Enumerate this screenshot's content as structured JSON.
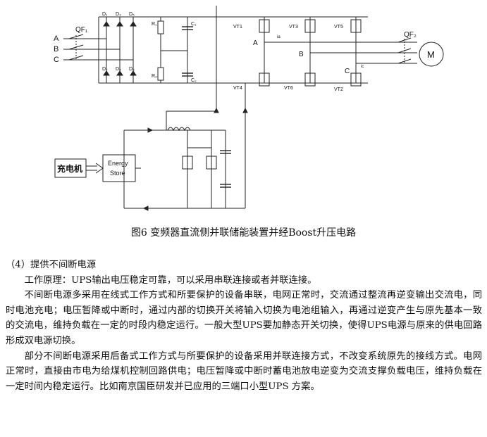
{
  "figure": {
    "phase_labels": [
      "A",
      "B",
      "C"
    ],
    "breaker_in": "QF₁",
    "breaker_out": "QF₂",
    "motor": "M",
    "diodes_top": [
      "D₁",
      "D₃",
      "D₅"
    ],
    "diodes_bottom": [
      "D₂",
      "D₄",
      "D₆"
    ],
    "resistors": [
      "R₁",
      "R₂"
    ],
    "capacitors": [
      "C₁",
      "C₂"
    ],
    "transistors": [
      "VT1",
      "VT3",
      "VT5",
      "VT4",
      "VT6",
      "VT2"
    ],
    "inverter_nodes": [
      "A",
      "B",
      "C"
    ],
    "currents": [
      "ia",
      "ic"
    ],
    "charger": "充电机",
    "energy_store": [
      "Energy",
      "Store"
    ]
  },
  "caption": "图6 变频器直流侧并联储能装置并经Boost升压电路",
  "section_heading": "（4）提供不间断电源",
  "paragraphs": [
    "工作原理：UPS输出电压稳定可靠，可以采用串联连接或者并联连接。",
    "不间断电源多采用在线式工作方式和所要保护的设备串联，电网正常时，交流通过整流再逆变输出交流电，同时电池充电；电压暂降或中断时，通过内部的切换开关将输入切换为电池组输入，再通过逆变产生与原先基本一致的交流电，维持负载在一定的时段内稳定运行。一般大型UPS要加静态开关切换，使得UPS电源与原来的供电回路形成双电源切换。",
    "部分不间断电源采用后备式工作方式与所要保护的设备采用并联连接方式，不改变系统原先的接线方式。电网正常时，直接由市电为给煤机控制回路供电；电压暂降或中断时蓄电池放电逆变为交流支撑负载电压，维持负载在一定时间内稳定运行。比如南京国臣研发并已应用的三端口小型UPS 方案。"
  ]
}
